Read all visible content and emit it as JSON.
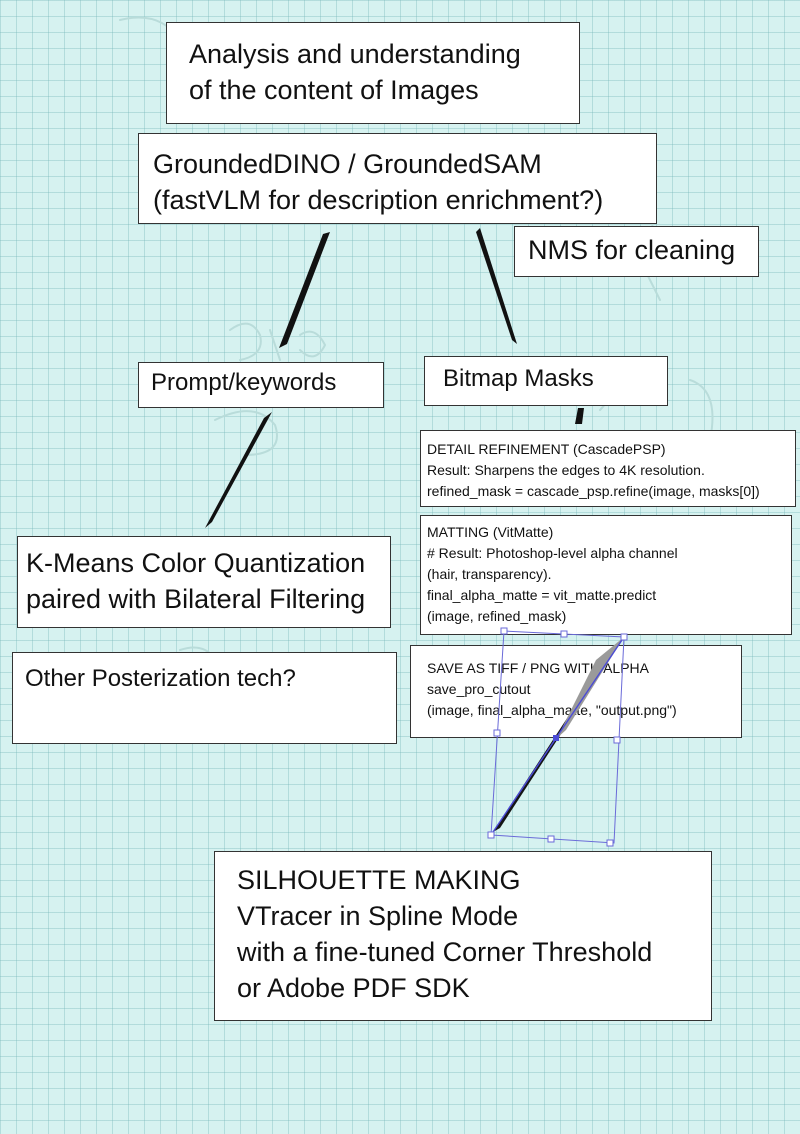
{
  "analysis_box": {
    "lines": [
      "Analysis and understanding",
      "of the content of Images"
    ]
  },
  "grounded_box": {
    "lines": [
      "GroundedDINO / GroundedSAM",
      "(fastVLM for description enrichment?)"
    ]
  },
  "nms_box": {
    "text": "NMS for cleaning"
  },
  "prompt_box": {
    "text": "Prompt/keywords"
  },
  "bitmap_box": {
    "text": "Bitmap Masks"
  },
  "detail_box": {
    "lines": [
      "DETAIL REFINEMENT (CascadePSP)",
      "Result: Sharpens the edges to 4K resolution.",
      "refined_mask = cascade_psp.refine(image, masks[0])"
    ]
  },
  "matting_box": {
    "lines": [
      "MATTING (VitMatte)",
      "# Result: Photoshop-level alpha channel",
      "(hair, transparency).",
      "final_alpha_matte = vit_matte.predict",
      "(image, refined_mask)"
    ]
  },
  "save_box": {
    "lines": [
      "SAVE AS TIFF / PNG WITH ALPHA",
      "save_pro_cutout",
      "(image, final_alpha_matte, \"output.png\")"
    ]
  },
  "kmeans_box": {
    "lines": [
      "K-Means Color Quantization",
      "paired with Bilateral Filtering"
    ]
  },
  "other_box": {
    "text": "Other Posterization tech?"
  },
  "silhouette_box": {
    "lines": [
      "SILHOUETTE MAKING",
      "VTracer in Spline Mode",
      "with a fine-tuned Corner Threshold",
      "or Adobe PDF SDK"
    ]
  },
  "colors": {
    "background": "#d6f2f0",
    "grid": "#78b9b9",
    "stroke": "#111111",
    "selection": "#6a6ad8"
  }
}
